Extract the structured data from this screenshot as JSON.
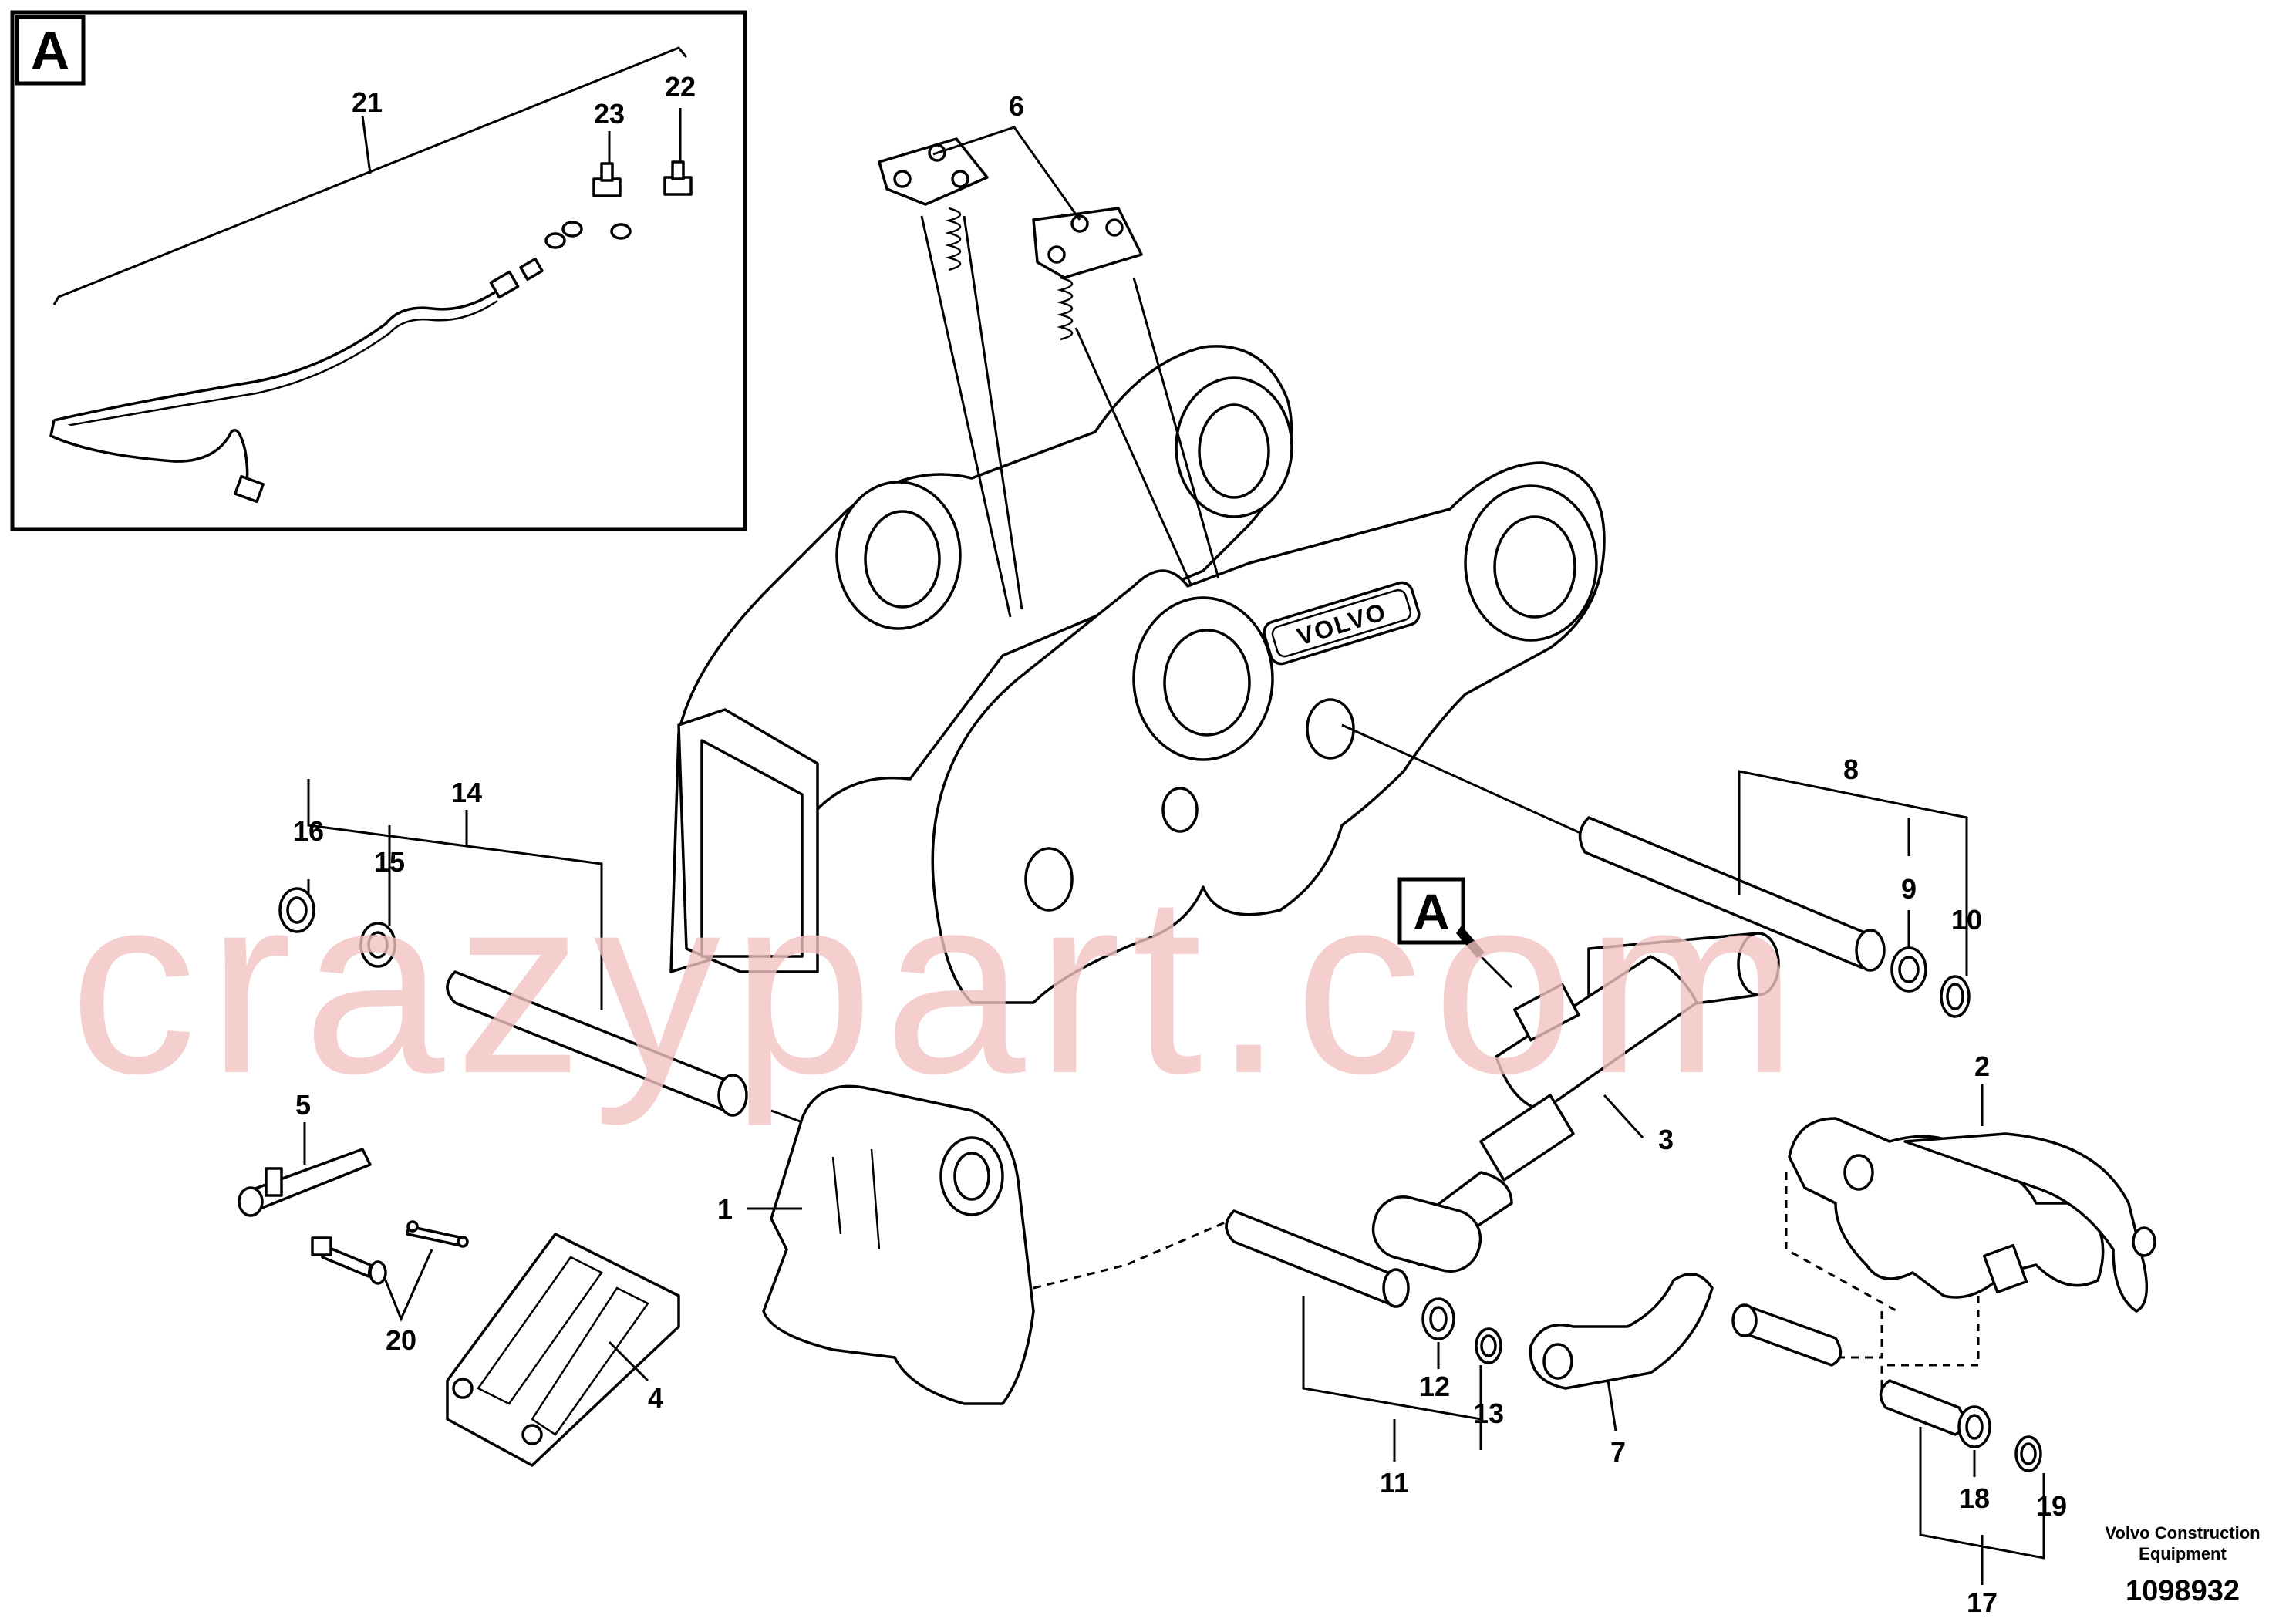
{
  "inset": {
    "label": "A"
  },
  "body_marker": {
    "label": "A"
  },
  "logo_text": "VOLVO",
  "watermark": "crazypart.com",
  "footer": {
    "company_line1": "Volvo Construction",
    "company_line2": "Equipment",
    "drawing_number": "1098932"
  },
  "callouts": {
    "c1": "1",
    "c2": "2",
    "c3": "3",
    "c4": "4",
    "c5": "5",
    "c6": "6",
    "c7": "7",
    "c8": "8",
    "c9": "9",
    "c10": "10",
    "c11": "11",
    "c12": "12",
    "c13": "13",
    "c14": "14",
    "c15": "15",
    "c16": "16",
    "c17": "17",
    "c18": "18",
    "c19": "19",
    "c20": "20",
    "c21": "21",
    "c22": "22",
    "c23": "23"
  },
  "colors": {
    "watermark": "#f2c2c2",
    "line": "#000000",
    "background": "#ffffff"
  }
}
